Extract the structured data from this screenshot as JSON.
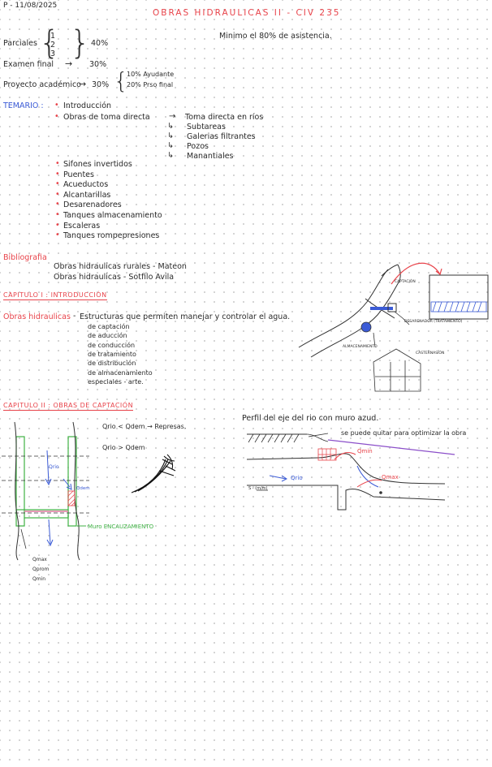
{
  "header": {
    "date": "P - 11/08/2025",
    "title": "OBRAS  HIDRAULICAS  II  -  CIV  235",
    "attendance": "Minimo el 80% de asistencia."
  },
  "grading": {
    "parciales_label": "Parciales",
    "parciales_items": [
      "1",
      "2",
      "3"
    ],
    "parciales_pct": "40%",
    "examen_label": "Examen final",
    "examen_pct": "30%",
    "proyecto_label": "Proyecto académico",
    "proyecto_pct": "30%",
    "proyecto_parts": [
      "10%  Ayudante",
      "20%  Prso final"
    ]
  },
  "temario": {
    "label": "TEMARIO :",
    "items": [
      "Introducción",
      "Obras de toma directa"
    ],
    "toma_directa_subitems": [
      "Toma directa en ríos",
      "Subtareas",
      "Galerias filtrantes",
      "Pozos",
      "Manantiales"
    ],
    "more_items": [
      "Sifones invertidos",
      "Puentes",
      "Acueductos",
      "Alcantarillas",
      "Desarenadores",
      "Tanques almacenamiento",
      "Escaleras",
      "Tanques rompepresiones"
    ]
  },
  "bibliografia": {
    "label": "Bibliografia",
    "items": [
      "Obras hidraulicas rurales - Mateon",
      "Obras hidraulicas - Sotfilo Avila"
    ]
  },
  "capitulo1": {
    "heading": "CAPITULO I : INTRODUCCIÓN",
    "term": "Obras hidraulicas",
    "definition": "Estructuras que permiten manejar y controlar el agua.",
    "list": [
      "de captación",
      "de aducción",
      "de conducción",
      "de tratamiento",
      "de distribución",
      "de almacenamiento",
      "especiales - arte."
    ],
    "sketch_labels": {
      "captacion": "CAPTACIÓN",
      "desarenador": "DESARENADOR (TRATAMIENTO)",
      "almacenamiento": "ALMACENAMIENTO",
      "cisterna": "CASTERNASIÓN"
    }
  },
  "capitulo2": {
    "heading": "CAPITULO II : OBRAS DE CAPTACIÓN",
    "eq1": "Qrio < Qdem → Represas.",
    "eq2": "Qrio > Qdem",
    "river_plan": {
      "qrio": "Qrio",
      "qdem": "Qdem",
      "muro_label": "Muro ENCAUZAMIENTO",
      "levels": [
        "Qmax",
        "Qprom",
        "Qmin"
      ]
    },
    "profile": {
      "title": "Perfil del eje del rio con muro azud.",
      "note": "se puede quitar para optimizar la obra",
      "qmin": "Qmin",
      "qmax": "Qmax",
      "qrio": "Qrio",
      "slope": "S - (m/m)"
    }
  },
  "colors": {
    "red": "#e8434a",
    "blue": "#3b5bd6",
    "green": "#3fb244",
    "purple": "#8b4fc9",
    "ink": "#2a2a2a"
  }
}
